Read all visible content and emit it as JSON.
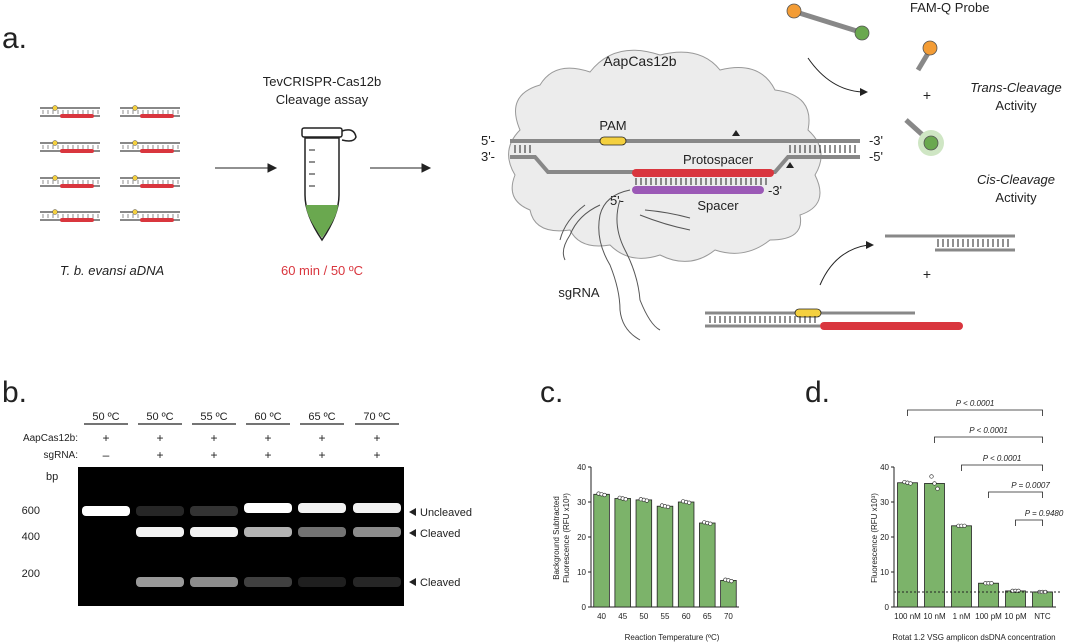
{
  "panel_a": {
    "label": "a.",
    "left_caption": "T. b. evansi aDNA",
    "assay_title_1": "TevCRISPR-Cas12b",
    "assay_title_2": "Cleavage assay",
    "assay_condition": "60 min / 50 ºC",
    "enzyme": "AapCas12b",
    "pam": "PAM",
    "protospacer": "Protospacer",
    "spacer": "Spacer",
    "sgrna": "sgRNA",
    "probe": "FAM-Q Probe",
    "trans_1": "Trans-Cleavage",
    "trans_2": "Activity",
    "cis_1": "Cis-Cleavage",
    "cis_2": "Activity",
    "plus": "+",
    "end_5": "5'-",
    "end_3": "3'-",
    "end_3r": "-3'",
    "end_5r": "-5'",
    "sp_5": "5'-",
    "sp_3": "-3'",
    "colors": {
      "red": "#d9363e",
      "green": "#6aa84f",
      "purple": "#9b59b6",
      "yellow": "#f4d03f",
      "orange": "#f39c35"
    }
  },
  "panel_b": {
    "label": "b.",
    "temps": [
      "50 ºC",
      "50 ºC",
      "55 ºC",
      "60 ºC",
      "65 ºC",
      "70 ºC"
    ],
    "row1_label": "AapCas12b:",
    "row2_label": "sgRNA:",
    "row1": [
      "+",
      "+",
      "+",
      "+",
      "+",
      "+"
    ],
    "row2": [
      "–",
      "+",
      "+",
      "+",
      "+",
      "+"
    ],
    "bp": "bp",
    "ladder": [
      "600",
      "400",
      "200"
    ],
    "bands": [
      "Uncleaved",
      "Cleaved",
      "Cleaved"
    ]
  },
  "panel_c": {
    "label": "c.",
    "chart_data": {
      "type": "bar",
      "categories": [
        "40",
        "45",
        "50",
        "55",
        "60",
        "65",
        "70"
      ],
      "values": [
        32.2,
        31.0,
        30.6,
        28.8,
        30.0,
        24.0,
        7.6
      ],
      "ylim": [
        0,
        40
      ],
      "yticks": [
        "0",
        "10",
        "20",
        "30",
        "40"
      ],
      "ylabel_1": "Background Subtracted",
      "ylabel_2": "Fluorescence (RFU x10³)",
      "xlabel": "Reaction Temperature (ºC)"
    }
  },
  "panel_d": {
    "label": "d.",
    "chart_data": {
      "type": "bar",
      "categories": [
        "100 nM",
        "10 nM",
        "1 nM",
        "100 pM",
        "10 pM",
        "NTC"
      ],
      "values": [
        35.5,
        35.3,
        23.2,
        6.8,
        4.6,
        4.3
      ],
      "ylim": [
        0,
        40
      ],
      "yticks": [
        "0",
        "10",
        "20",
        "30",
        "40"
      ],
      "ylabel": "Fluorescence (RFU x10³)",
      "xlabel": "Rotat 1.2 VSG amplicon dsDNA concentration",
      "pvalues": [
        "P < 0.0001",
        "P < 0.0001",
        "P < 0.0001",
        "P = 0.0007",
        "P = 0.9480"
      ]
    }
  }
}
